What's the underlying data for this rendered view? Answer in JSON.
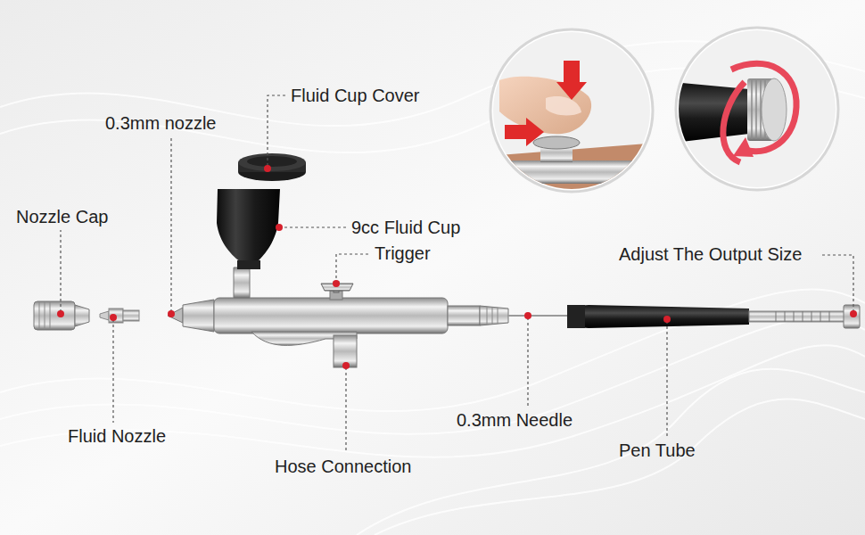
{
  "diagram": {
    "labels": [
      "Fluid Cup Cover",
      "0.3mm nozzle",
      "Nozzle Cap",
      "9cc Fluid Cup",
      "Trigger",
      "Adjust The Output Size",
      "Fluid Nozzle",
      "Hose Connection",
      "0.3mm Needle",
      "Pen Tube"
    ]
  }
}
